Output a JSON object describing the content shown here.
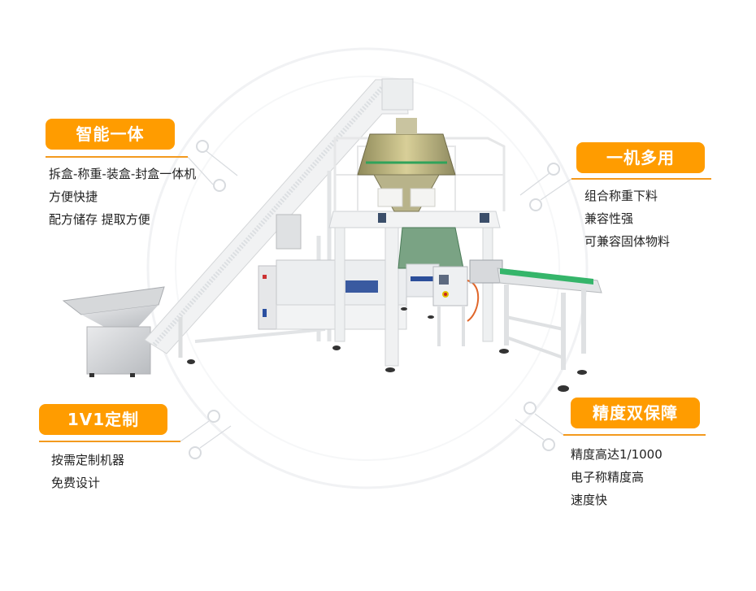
{
  "features": [
    {
      "id": "integrated",
      "title": "智能一体",
      "lines": [
        "拆盒-称重-装盒-封盒一体机",
        "方便快捷",
        "配方储存 提取方便"
      ]
    },
    {
      "id": "multi-use",
      "title": "一机多用",
      "lines": [
        "组合称重下料",
        "兼容性强",
        "可兼容固体物料"
      ]
    },
    {
      "id": "custom",
      "title": "1V1定制",
      "lines": [
        "按需定制机器",
        "免费设计"
      ]
    },
    {
      "id": "precision",
      "title": "精度双保障",
      "lines": [
        "精度高达1/1000",
        "电子称精度高",
        "速度快"
      ]
    }
  ],
  "colors": {
    "accent": "#FF9C00",
    "underline": "#F39A1E",
    "text": "#222222",
    "connector": "#D5D8DC"
  },
  "image": {
    "subject": "automatic box unpacking, multihead weighing, filling and sealing machine line"
  }
}
